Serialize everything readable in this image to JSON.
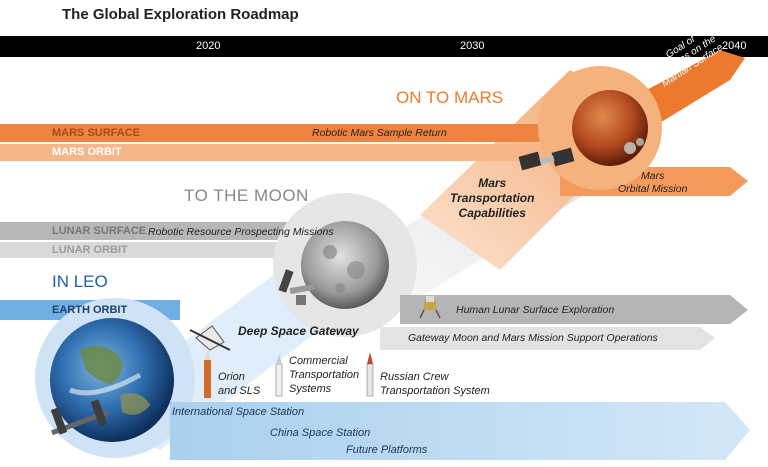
{
  "title": "The Global Exploration Roadmap",
  "timeline": {
    "years": [
      "2020",
      "2030",
      "2040"
    ]
  },
  "phases": {
    "mars": "ON TO MARS",
    "moon": "TO THE MOON",
    "leo": "IN LEO"
  },
  "lanes": {
    "mars_surface": "MARS SURFACE",
    "mars_orbit": "MARS ORBIT",
    "lunar_surface": "LUNAR SURFACE",
    "lunar_orbit": "LUNAR ORBIT",
    "earth_orbit": "EARTH ORBIT"
  },
  "missions": {
    "mars_sample_return": "Robotic Mars Sample Return",
    "goal_line1": "Goal of",
    "goal_line2": "Humans on the",
    "goal_line3": "Martian Surface",
    "mars_transport_1": "Mars",
    "mars_transport_2": "Transportation",
    "mars_transport_3": "Capabilities",
    "mars_orbital_1": "Mars",
    "mars_orbital_2": "Orbital Mission",
    "lunar_prospecting": "Robotic Resource Prospecting Missions",
    "human_lunar": "Human Lunar Surface Exploration",
    "gateway_ops": "Gateway Moon and Mars Mission Support Operations",
    "deep_space_gateway": "Deep Space Gateway",
    "orion_1": "Orion",
    "orion_2": "and SLS",
    "commercial_1": "Commercial",
    "commercial_2": "Transportation",
    "commercial_3": "Systems",
    "russian_1": "Russian Crew",
    "russian_2": "Transportation System",
    "iss": "International Space Station",
    "china": "China Space Station",
    "future": "Future Platforms"
  },
  "colors": {
    "mars_orange": "#ef7b2f",
    "mars_light": "#f6b27c",
    "moon_gray": "#bdbdbd",
    "moon_light": "#e0e0e0",
    "leo_blue": "#7fb8e3",
    "timeline_black": "#000000"
  }
}
